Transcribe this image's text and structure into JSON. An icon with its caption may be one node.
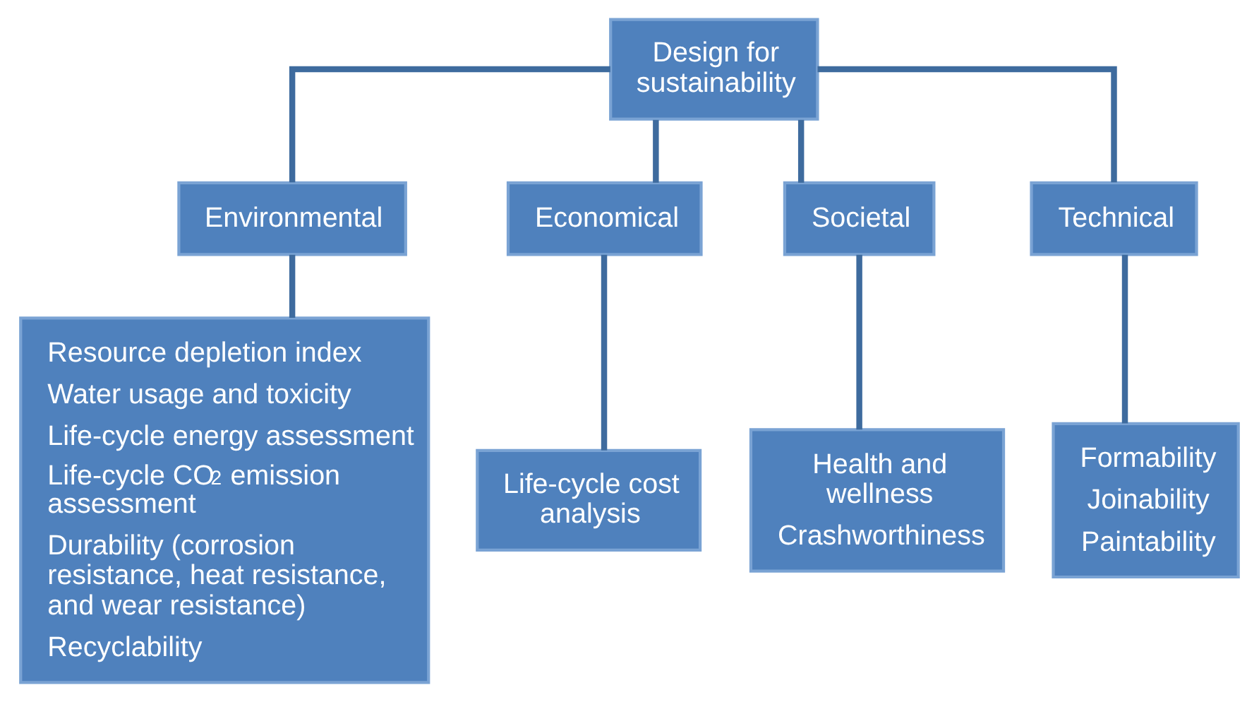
{
  "diagram": {
    "nodes": [
      {
        "text": [
          "Design for sustainability"
        ]
      },
      {
        "text": [
          "Environmental"
        ]
      },
      {
        "text": [
          "Economical"
        ]
      },
      {
        "text": [
          "Societal"
        ]
      },
      {
        "text": [
          "Technical"
        ]
      },
      {
        "text": [
          "Resource depletion index",
          "Water usage and toxicity",
          "Life-cycle energy assessment",
          "Life-cycle CO$_{2}$ emission assessment",
          "Durability (corrosion resistance, heat resistance, and wear resistance)",
          "Recyclability"
        ]
      },
      {
        "text": [
          "Life-cycle cost analysis"
        ]
      },
      {
        "text": [
          "Health and wellness",
          "Crashworthiness"
        ]
      },
      {
        "text": [
          "Formability",
          "Joinability",
          "Paintability"
        ]
      }
    ],
    "edges": [
      {
        "from": 0,
        "to": 1,
        "arrow": "none"
      },
      {
        "from": 0,
        "to": 2,
        "arrow": "none"
      },
      {
        "from": 0,
        "to": 3,
        "arrow": "none"
      },
      {
        "from": 0,
        "to": 4,
        "arrow": "none"
      },
      {
        "from": 1,
        "to": 5,
        "arrow": "none"
      },
      {
        "from": 2,
        "to": 6,
        "arrow": "none"
      },
      {
        "from": 3,
        "to": 7,
        "arrow": "none"
      },
      {
        "from": 4,
        "to": 8,
        "arrow": "none"
      }
    ]
  }
}
